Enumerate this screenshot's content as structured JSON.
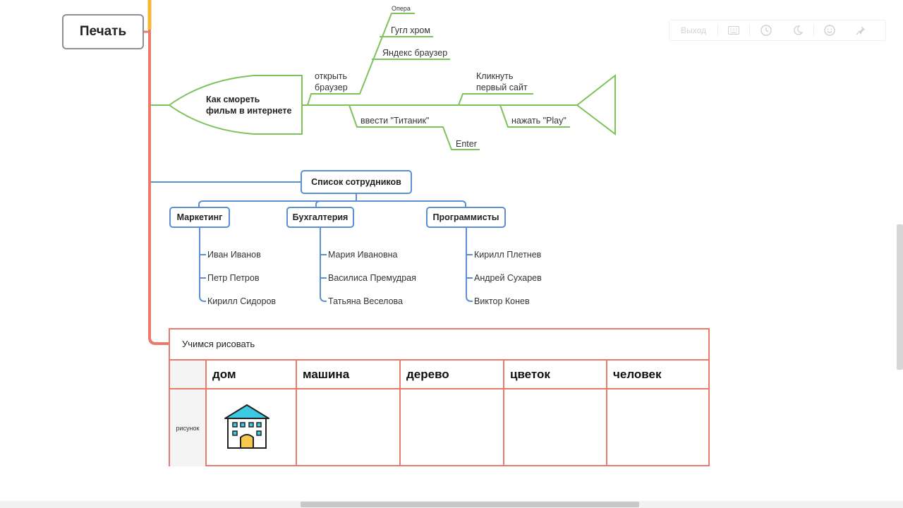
{
  "print_node": {
    "label": "Печать"
  },
  "toolbar": {
    "exit_label": "Выход",
    "icons": [
      "keyboard-icon",
      "clock-icon",
      "moon-icon",
      "smiley-icon",
      "pin-icon"
    ]
  },
  "fishbone": {
    "head_label_line1": "Как смореть",
    "head_label_line2": "фильм в интернете",
    "branches": {
      "open_browser_line1": "открыть",
      "open_browser_line2": "браузер",
      "opera": "Опера",
      "chrome": "Гугл хром",
      "yandex": "Яндекс браузер",
      "enter_titanic": "ввести \"Титаник\"",
      "enter": "Enter",
      "click_first_line1": "Кликнуть",
      "click_first_line2": "первый сайт",
      "press_play": "нажать \"Play\""
    }
  },
  "org_chart": {
    "root": "Список сотрудников",
    "departments": [
      {
        "name": "Маркетинг",
        "members": [
          "Иван Иванов",
          "Петр Петров",
          "Кирилл Сидоров"
        ]
      },
      {
        "name": "Бухгалтерия",
        "members": [
          "Мария Ивановна",
          "Василиса Премудрая",
          "Татьяна Веселова"
        ]
      },
      {
        "name": "Программисты",
        "members": [
          "Кирилл Плетнев",
          "Андрей Сухарев",
          "Виктор Конев"
        ]
      }
    ]
  },
  "drawing_table": {
    "title": "Учимся рисовать",
    "columns": [
      "дом",
      "машина",
      "дерево",
      "цветок",
      "человек"
    ],
    "row_label": "рисунок",
    "first_cell_icon": "house-icon"
  },
  "colors": {
    "fishbone_green": "#7cc35a",
    "org_blue": "#5b8fcf",
    "trunk_red": "#ea7a6a",
    "trunk_yellow": "#f5b82e"
  }
}
